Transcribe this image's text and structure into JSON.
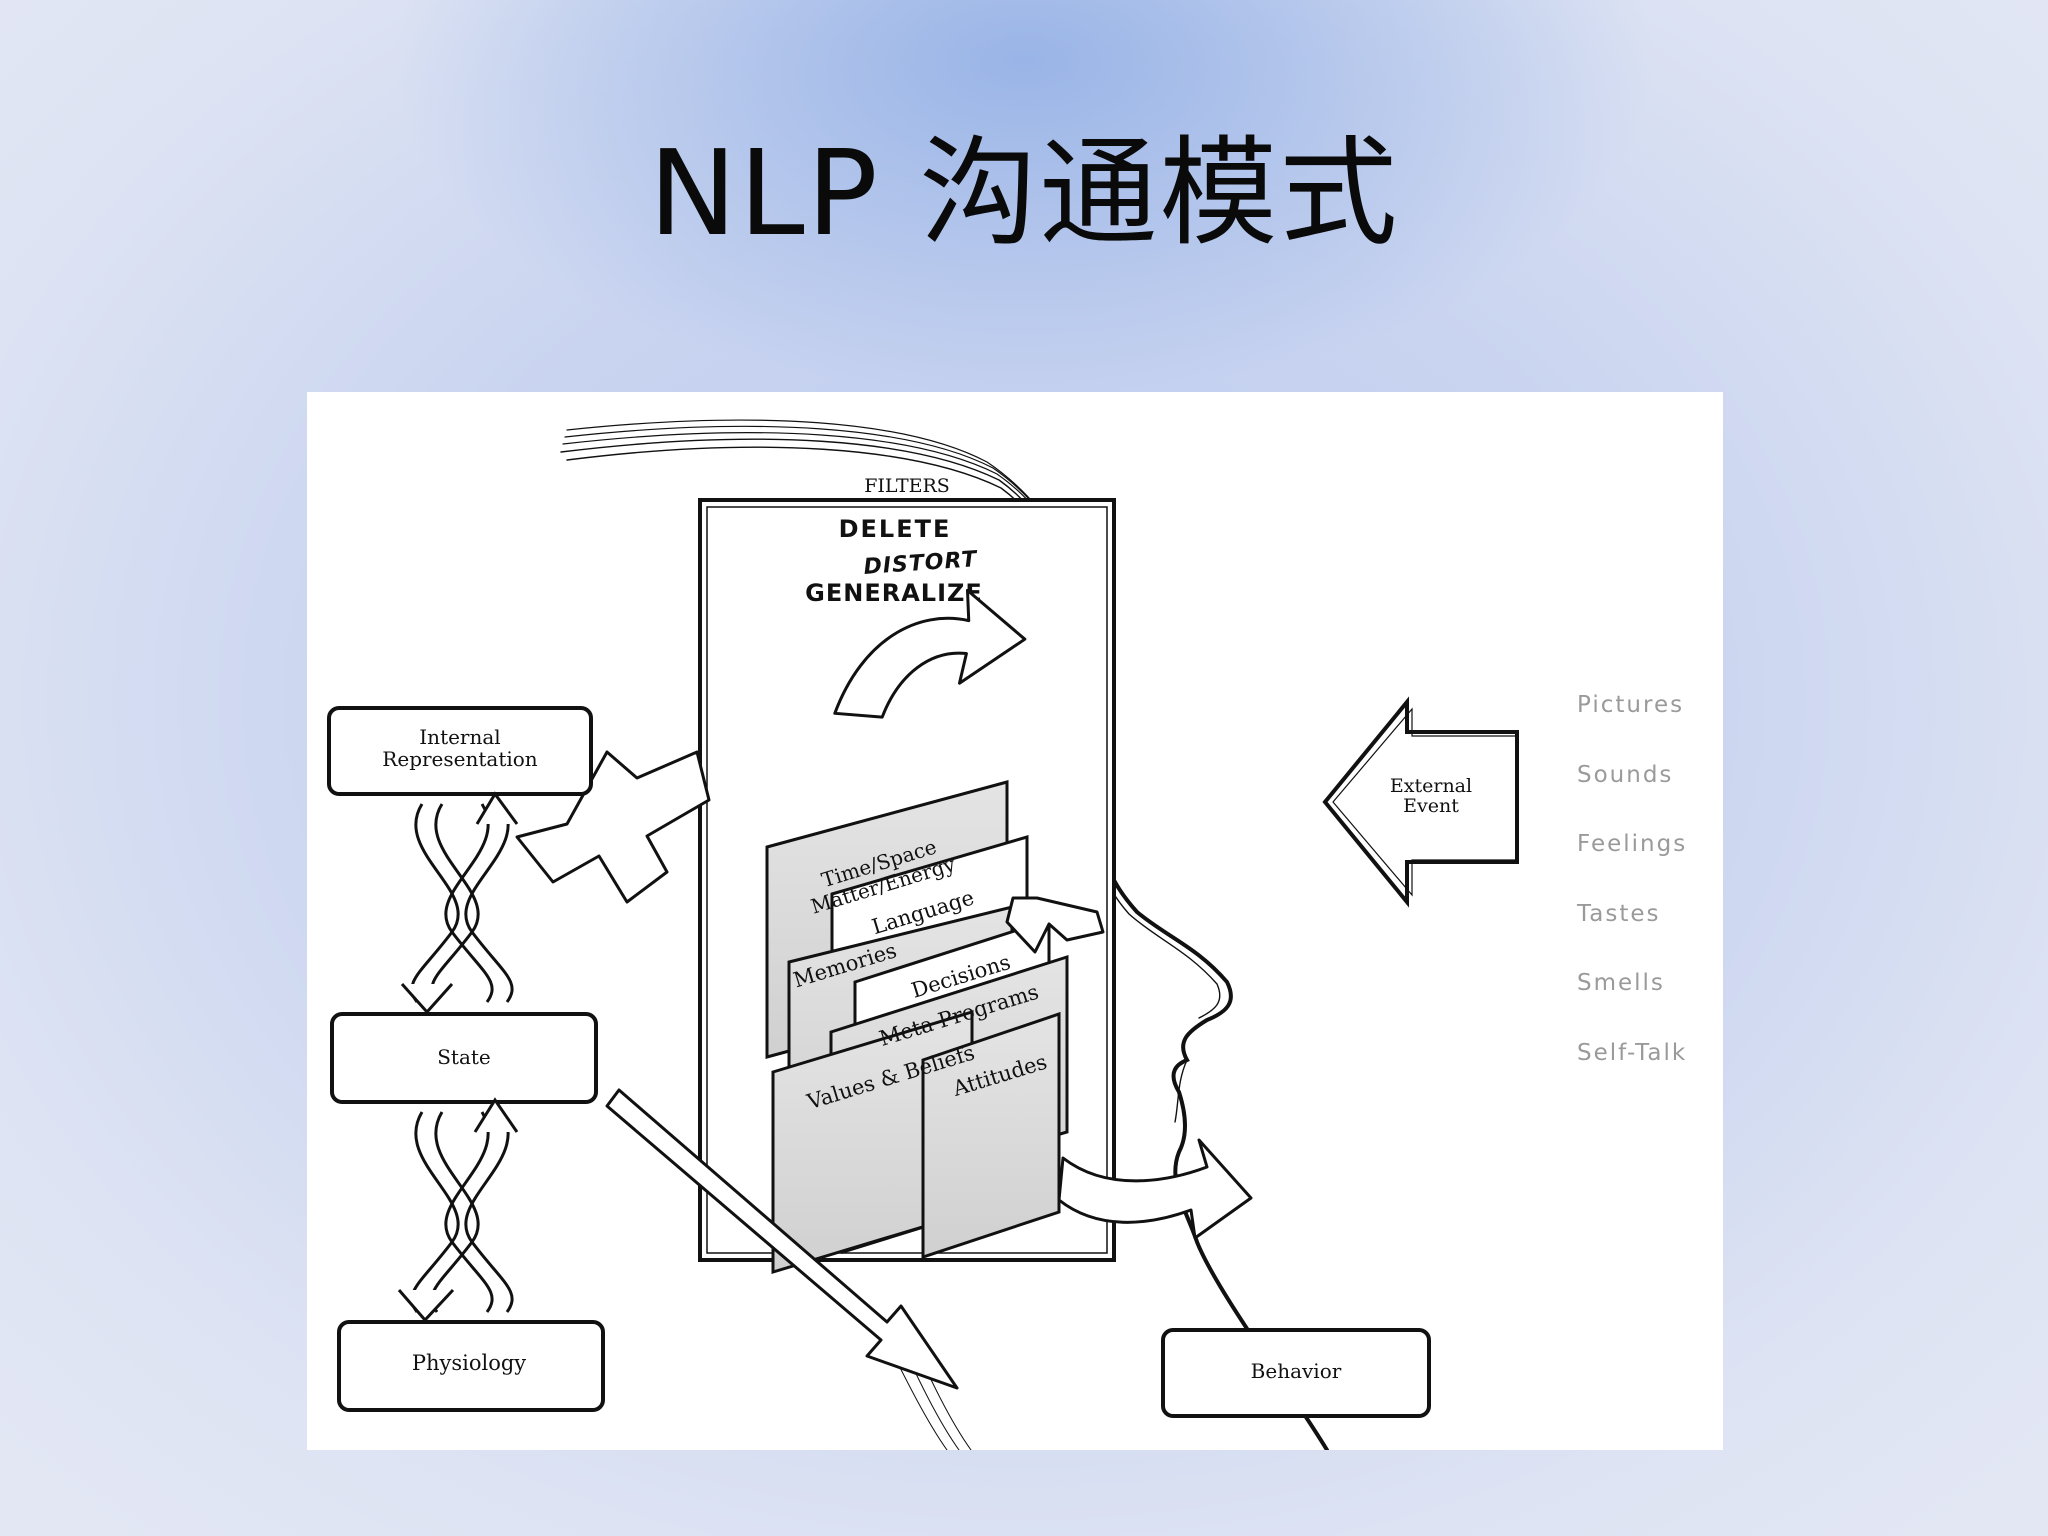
{
  "slide": {
    "title": "NLP 沟通模式"
  },
  "diagram": {
    "filters_label": "FILTERS",
    "filter_words": [
      "DELETE",
      "DISTORT",
      "GENERALIZE"
    ],
    "boxes": {
      "internal_representation_line1": "Internal",
      "internal_representation_line2": "Representation",
      "state": "State",
      "physiology": "Physiology",
      "behavior": "Behavior",
      "external_event_line1": "External",
      "external_event_line2": "Event"
    },
    "cards": {
      "time_space_line1": "Time/Space",
      "time_space_line2": "Matter/Energy",
      "language": "Language",
      "memories": "Memories",
      "decisions": "Decisions",
      "meta_programs": "Meta Programs",
      "values_beliefs": "Values & Beliefs",
      "attitudes": "Attitudes"
    },
    "sensory_inputs": [
      "Pictures",
      "Sounds",
      "Feelings",
      "Tastes",
      "Smells",
      "Self-Talk"
    ]
  }
}
